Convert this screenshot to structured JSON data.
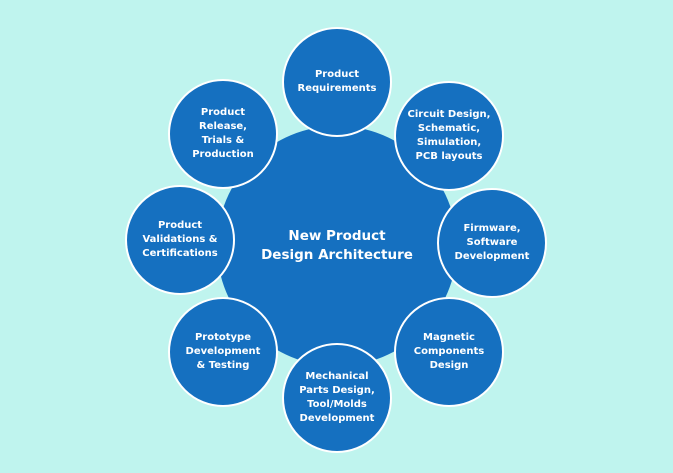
{
  "center": {
    "label": "New Product\nDesign Architecture"
  },
  "nodes": [
    {
      "label": "Product\nRequirements"
    },
    {
      "label": "Circuit Design,\nSchematic,\nSimulation,\nPCB layouts"
    },
    {
      "label": "Firmware,\nSoftware\nDevelopment"
    },
    {
      "label": "Magnetic\nComponents\nDesign"
    },
    {
      "label": "Mechanical\nParts Design,\nTool/Molds\nDevelopment"
    },
    {
      "label": "Prototype\nDevelopment\n& Testing"
    },
    {
      "label": "Product\nValidations &\nCertifications"
    },
    {
      "label": "Product\nRelease,\nTrials &\nProduction"
    }
  ],
  "colors": {
    "background": "#bff4ee",
    "fill": "#1570c0",
    "text": "#ffffff"
  }
}
